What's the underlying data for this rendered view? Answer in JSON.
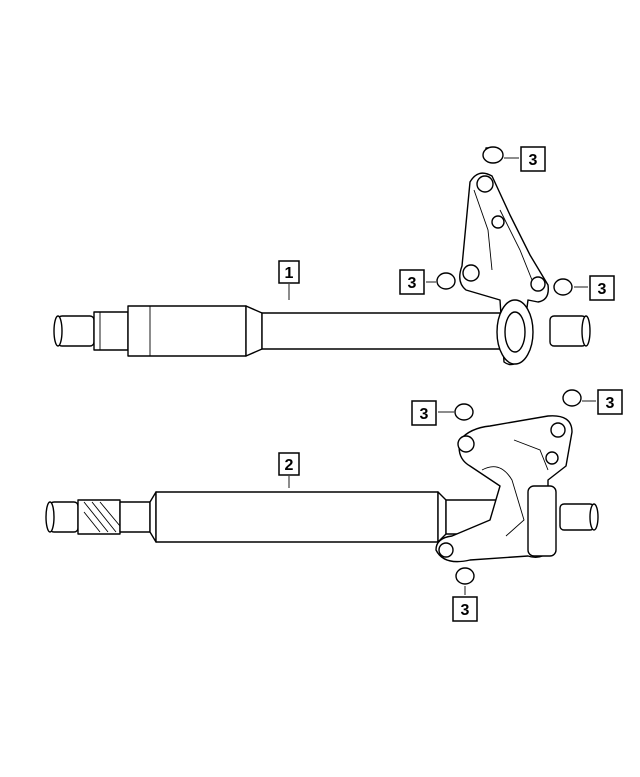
{
  "callouts": {
    "shaft_upper": "1",
    "shaft_lower": "2",
    "bolt_label": "3"
  }
}
